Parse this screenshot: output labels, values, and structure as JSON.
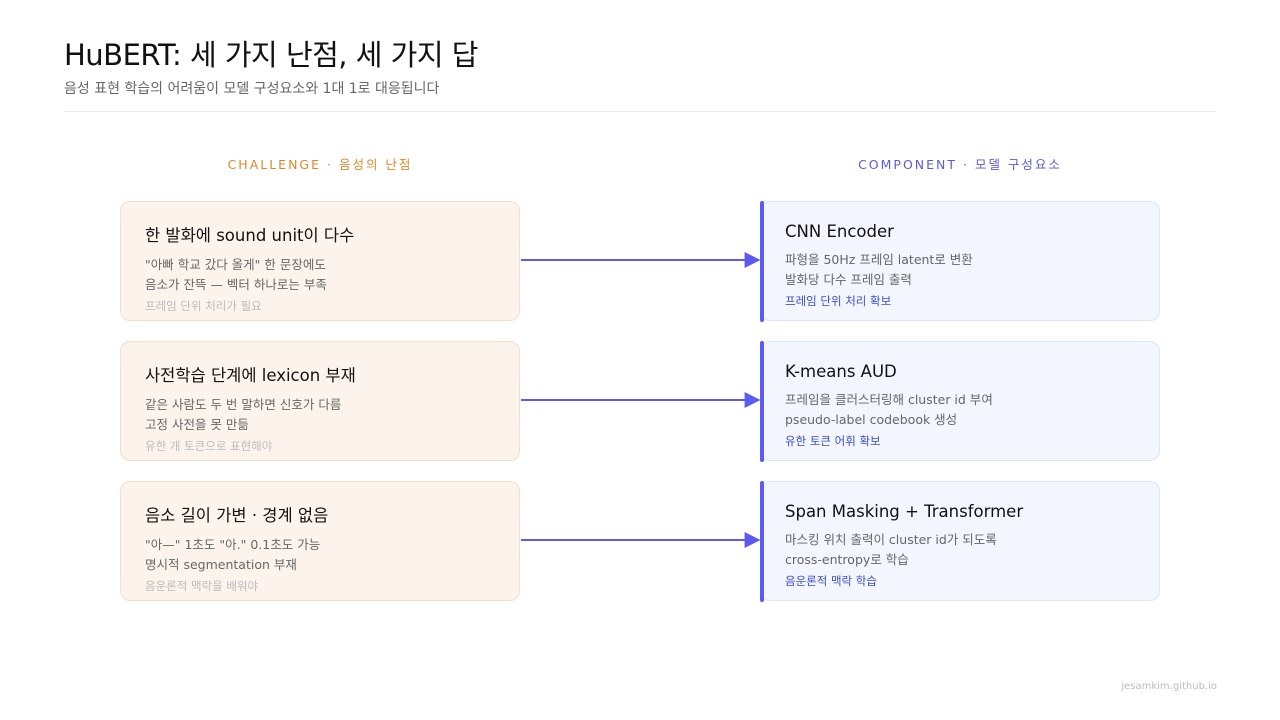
{
  "header": {
    "title": "HuBERT: 세 가지 난점, 세 가지 답",
    "subtitle": "음성 표현 학습의 어려움이 모델 구성요소와 1대 1로 대응됩니다"
  },
  "columns": {
    "left_heading": "CHALLENGE · 음성의 난점",
    "right_heading": "COMPONENT · 모델 구성요소"
  },
  "colors": {
    "challenge_accent": "#d98a2a",
    "component_accent": "#5b5bd6",
    "arrow": "#5b5bf0"
  },
  "challenges": [
    {
      "title": "한 발화에 sound unit이 다수",
      "line1": "\"아빠 학교 갔다 올게\" 한 문장에도",
      "line2": "음소가 잔뜩 — 벡터 하나로는 부족",
      "note": "프레임 단위 처리가 필요"
    },
    {
      "title": "사전학습 단계에 lexicon 부재",
      "line1": "같은 사람도 두 번 말하면 신호가 다름",
      "line2": "고정 사전을 못 만듦",
      "note": "유한 개 토큰으로 표현해야"
    },
    {
      "title": "음소 길이 가변 · 경계 없음",
      "line1": "\"아—\" 1초도 \"아.\" 0.1초도 가능",
      "line2": "명시적 segmentation 부재",
      "note": "음운론적 맥락을 배워야"
    }
  ],
  "components": [
    {
      "title": "CNN Encoder",
      "line1": "파형을 50Hz 프레임 latent로 변환",
      "line2": "발화당 다수 프레임 출력",
      "note": "프레임 단위 처리 확보"
    },
    {
      "title": "K-means AUD",
      "line1": "프레임을 클러스터링해 cluster id 부여",
      "line2": "pseudo-label codebook 생성",
      "note": "유한 토큰 어휘 확보"
    },
    {
      "title": "Span Masking + Transformer",
      "line1": "마스킹 위치 출력이 cluster id가 되도록",
      "line2": "cross-entropy로 학습",
      "note": "음운론적 맥락 학습"
    }
  ],
  "footer": "jesamkim.github.io"
}
